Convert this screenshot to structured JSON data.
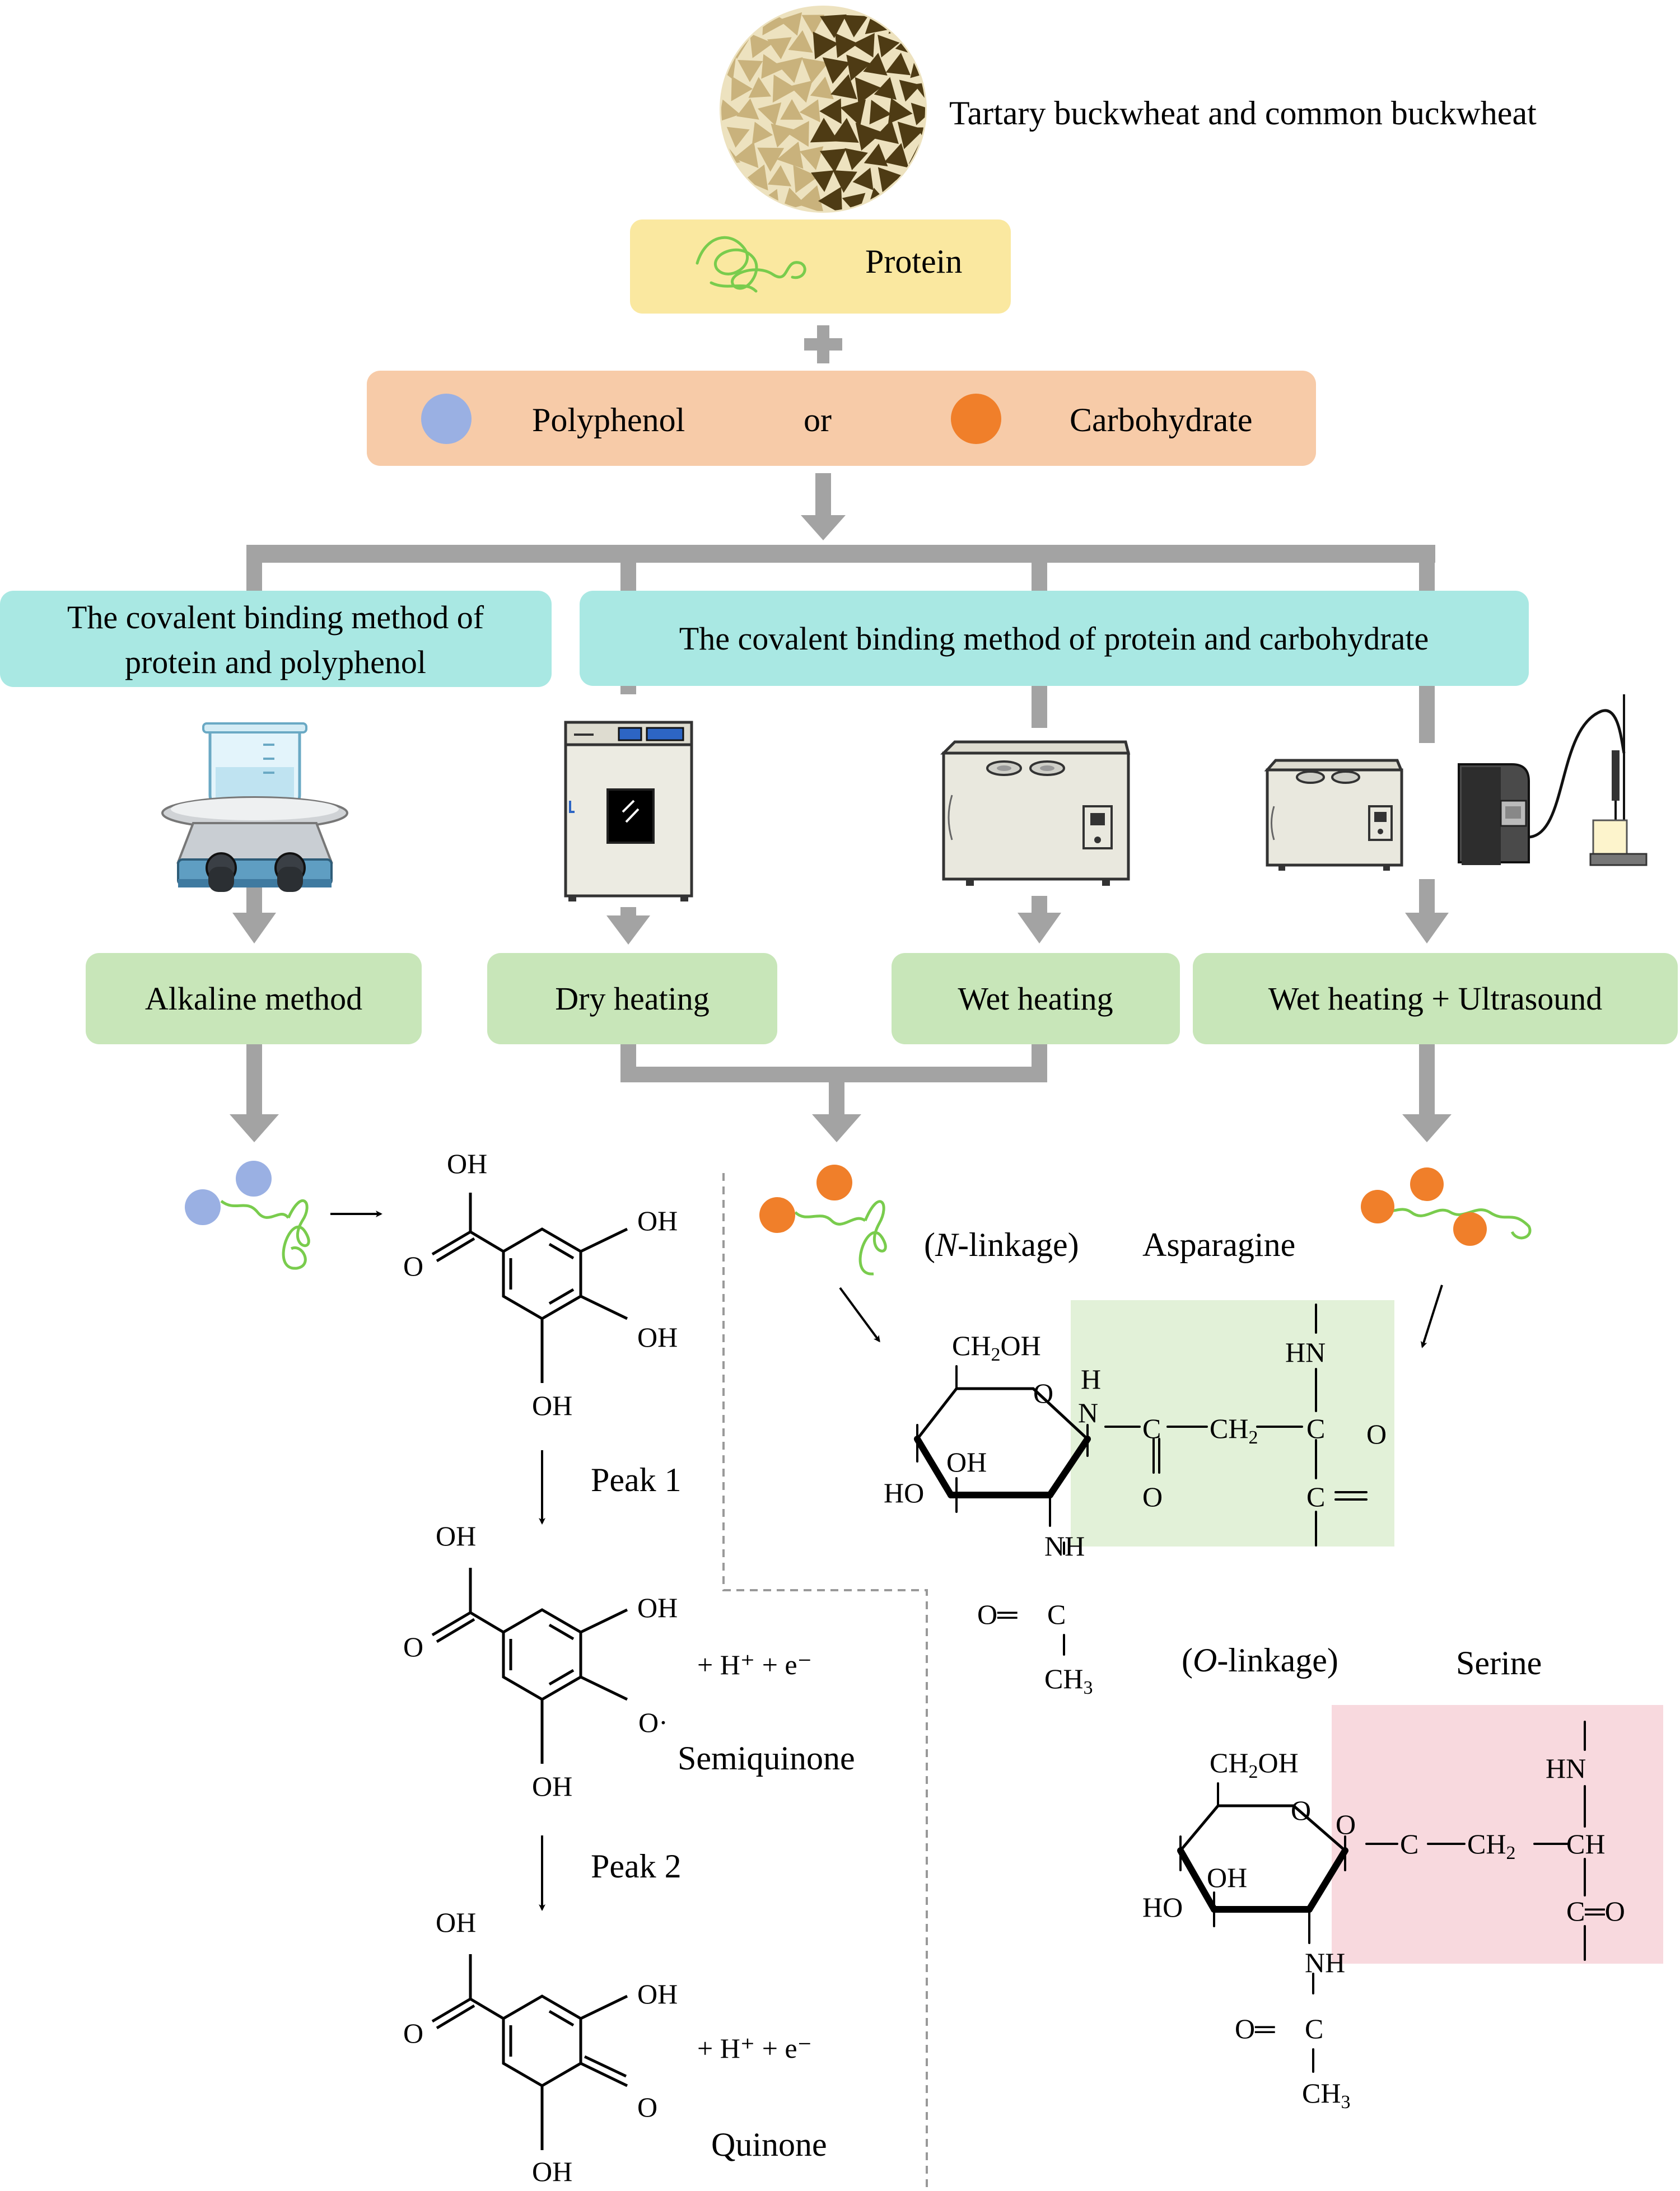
{
  "header": {
    "source_label": "Tartary buckwheat and common buckwheat",
    "protein_label": "Protein",
    "polyphenol_label": "Polyphenol",
    "or_label": "or",
    "carbohydrate_label": "Carbohydrate"
  },
  "methods": {
    "polyphenol_title_line1": "The covalent binding method of",
    "polyphenol_title_line2": "protein and polyphenol",
    "carbohydrate_title": "The covalent binding method of protein and carbohydrate",
    "alkaline": "Alkaline method",
    "dry": "Dry heating",
    "wet": "Wet heating",
    "wet_us": "Wet heating + Ultrasound"
  },
  "chemistry": {
    "oh": "OH",
    "o": "O",
    "o_radical": "O·",
    "peak1": "Peak 1",
    "peak2": "Peak 2",
    "h_plus_e": "+ H⁺ + e⁻",
    "semiquinone": "Semiquinone",
    "quinone": "Quinone",
    "n_linkage_open": "(",
    "n_linkage_letter": "N",
    "n_linkage_rest": "-linkage)",
    "asparagine": "Asparagine",
    "o_linkage_open": "(",
    "o_linkage_letter": "O",
    "o_linkage_rest": "-linkage)",
    "serine": "Serine",
    "ch2oh_main": "CH",
    "ch2oh_sub": "2",
    "ch2oh_end": "OH",
    "ring_o": "O",
    "ho": "HO",
    "h": "H",
    "n": "N",
    "nh": "NH",
    "hn": "HN",
    "c": "C",
    "ch": "CH",
    "ch2_main": "CH",
    "ch2_sub": "2",
    "ch3_main": "CH",
    "ch3_sub": "3",
    "o_eq": "O═",
    "eq_o": "═O",
    "c_eq": "C═",
    "c_eq_o": "C═O"
  },
  "colors": {
    "protein_box": "#fae8a0",
    "reagent_box": "#f7cba8",
    "method_box": "#a9e8e3",
    "result_box": "#c8e6b9",
    "connector": "#a3a3a3",
    "polyphenol": "#9ab0e3",
    "carbohydrate": "#f07f2a",
    "protein_chain": "#79cc4d",
    "asparagine_bg": "#e2f1d8",
    "serine_bg": "#f8d9de"
  },
  "icons": [
    "buckwheat-seeds-icon",
    "protein-chain-icon",
    "plus-icon",
    "magnetic-stirrer-icon",
    "drying-oven-icon",
    "water-bath-icon",
    "ultrasound-probe-icon"
  ]
}
